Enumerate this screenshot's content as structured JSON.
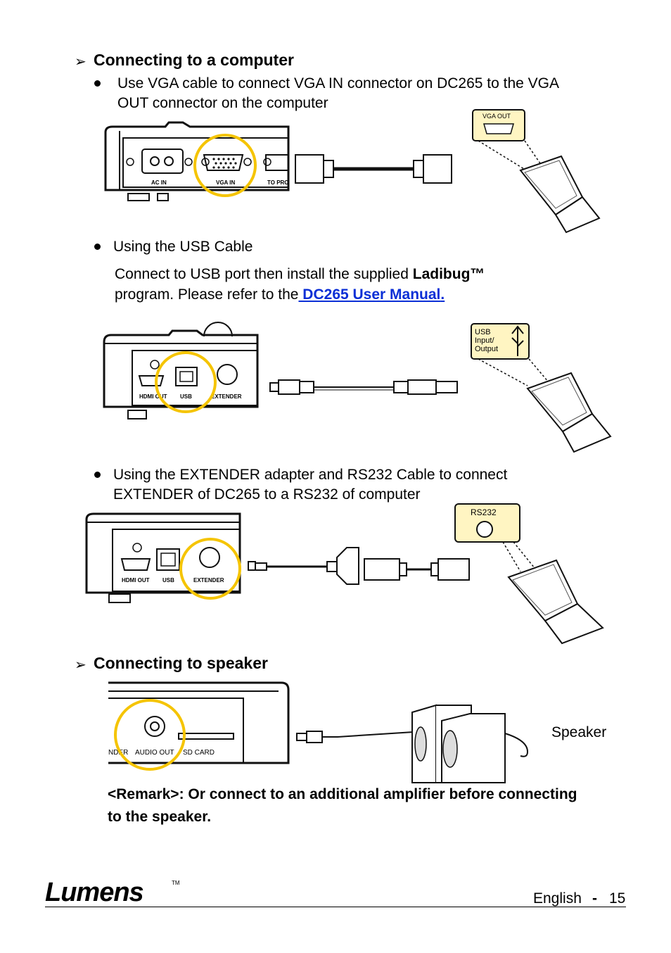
{
  "sections": {
    "computer": {
      "heading": "Connecting to a computer",
      "vga": {
        "line1": "Use VGA cable to connect VGA IN connector on DC265 to the VGA",
        "line2": "OUT connector on the computer",
        "port_labels": {
          "ac_in": "AC IN",
          "vga_in": "VGA IN",
          "to_pro": "TO PRO"
        },
        "callout": "VGA OUT"
      },
      "usb": {
        "bullet": "Using the USB Cable",
        "line1_pre": "Connect to USB port then install the supplied ",
        "line1_bold": "Ladibug™",
        "line2_pre": "program. Please refer to the",
        "link": " DC265 User Manual",
        "line2_post": ".",
        "port_labels": {
          "hdmi_out": "HDMI OUT",
          "usb": "USB",
          "extender": "EXTENDER"
        },
        "callout_line1": "USB",
        "callout_line2": "Input/",
        "callout_line3": "Output"
      },
      "extender": {
        "line1": "Using the EXTENDER adapter and RS232 Cable to connect",
        "line2": "EXTENDER of DC265 to a RS232 of computer",
        "port_labels": {
          "hdmi_out": "HDMI OUT",
          "usb": "USB",
          "extender": "EXTENDER"
        },
        "callout": "RS232"
      }
    },
    "speaker": {
      "heading": "Connecting to speaker",
      "port_labels": {
        "nder": "NDER",
        "audio_out": "AUDIO OUT",
        "sd_card": "SD CARD"
      },
      "speaker_label": "Speaker",
      "remark_line1": "<Remark>: Or connect to an additional amplifier before connecting",
      "remark_line2": "to the speaker."
    }
  },
  "footer": {
    "logo": "Lumens",
    "tm": "TM",
    "language": "English",
    "separator": "-",
    "page": "15"
  },
  "colors": {
    "highlight": "#f5c400",
    "link": "#0b2fd6",
    "callout_bg": "#fff5c2"
  }
}
